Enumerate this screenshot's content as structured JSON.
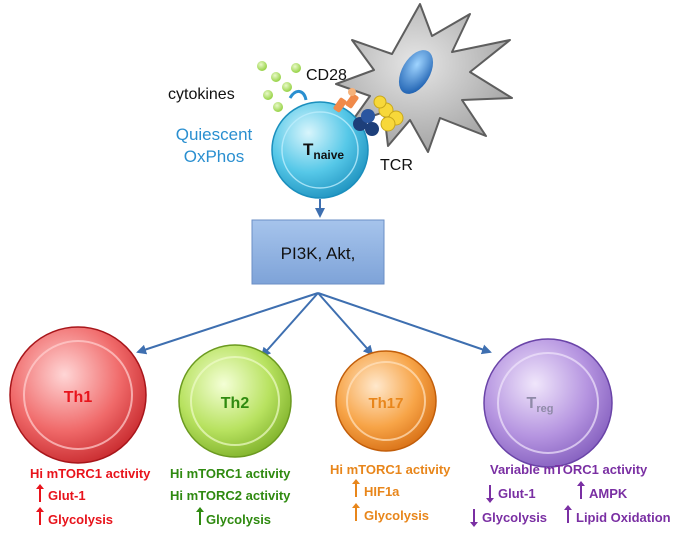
{
  "center": {
    "label_main": "T",
    "label_sub": "naive",
    "state_line1": "Quiescent",
    "state_line2": "OxPhos",
    "cytokines": "cytokines",
    "cd28": "CD28",
    "tcr": "TCR"
  },
  "pathway": {
    "label": "PI3K, Akt,"
  },
  "subsets": [
    {
      "name": "Th1",
      "lines": [
        "Hi mTORC1 activity",
        "Glut-1",
        "Glycolysis"
      ],
      "color": "#e8141c"
    },
    {
      "name": "Th2",
      "lines": [
        "Hi mTORC1 activity",
        "Hi mTORC2 activity",
        "Glycolysis"
      ],
      "color": "#2f8a10"
    },
    {
      "name": "Th17",
      "lines": [
        "Hi mTORC1 activity",
        "HIF1a",
        "Glycolysis"
      ],
      "color": "#e8861b"
    },
    {
      "name": "T",
      "sub": "reg",
      "lines": [
        "Variable mTORC1 activity",
        "Glut-1",
        "AMPK",
        "Glycolysis",
        "Lipid Oxidation"
      ],
      "color": "#7a2fa3"
    }
  ],
  "colors": {
    "tcell": "#4cc6e8",
    "state_text": "#2a8fd0",
    "box": "#8fb4e3",
    "arrow": "#3e6fb0",
    "th1": "#e8141c",
    "th2": "#2f8a10",
    "th17": "#e8861b",
    "treg": "#7a2fa3"
  }
}
